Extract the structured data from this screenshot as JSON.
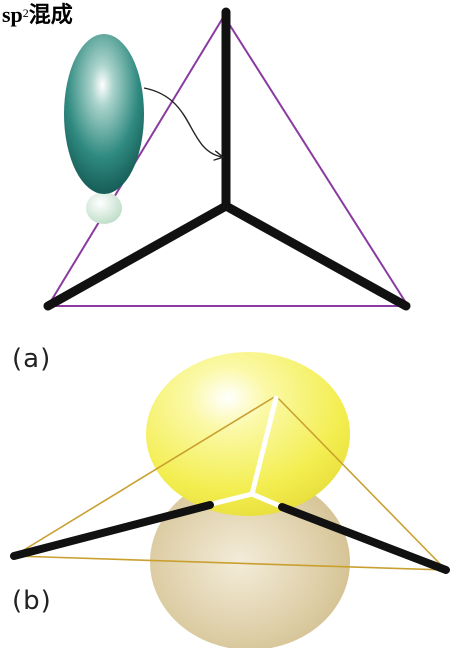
{
  "title": {
    "prefix": "sp",
    "superscript": "2",
    "suffix": "混成"
  },
  "panel_a": {
    "label": "(a)",
    "colors": {
      "lobe": "#2f8a80",
      "small_lobe": "#cfe6d6",
      "bond": "#111111",
      "triangle": "#8a3aa0",
      "arrow": "#222222"
    }
  },
  "panel_b": {
    "label": "(b)",
    "colors": {
      "upper_lobe": "#f6f25a",
      "lower_lobe": "#d8c79a",
      "bond": "#111111",
      "triangle": "#c9a030",
      "inner_bond": "#ffffff"
    }
  }
}
